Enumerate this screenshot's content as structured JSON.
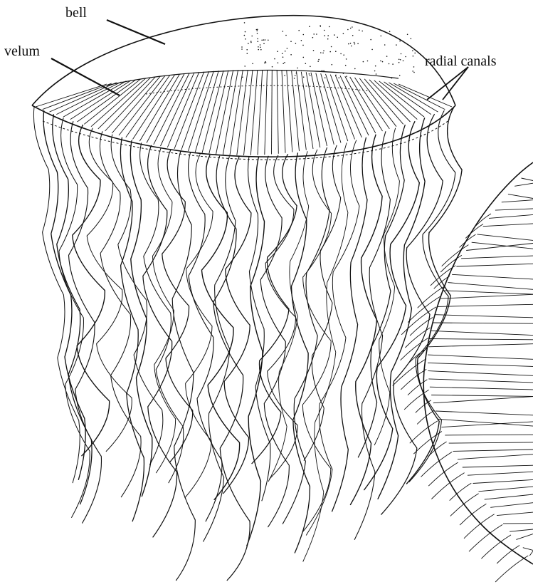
{
  "labels": {
    "bell": "bell",
    "velum": "velum",
    "radial_canals": "radial canals"
  },
  "colors": {
    "ink": "#111111",
    "background": "#ffffff"
  }
}
